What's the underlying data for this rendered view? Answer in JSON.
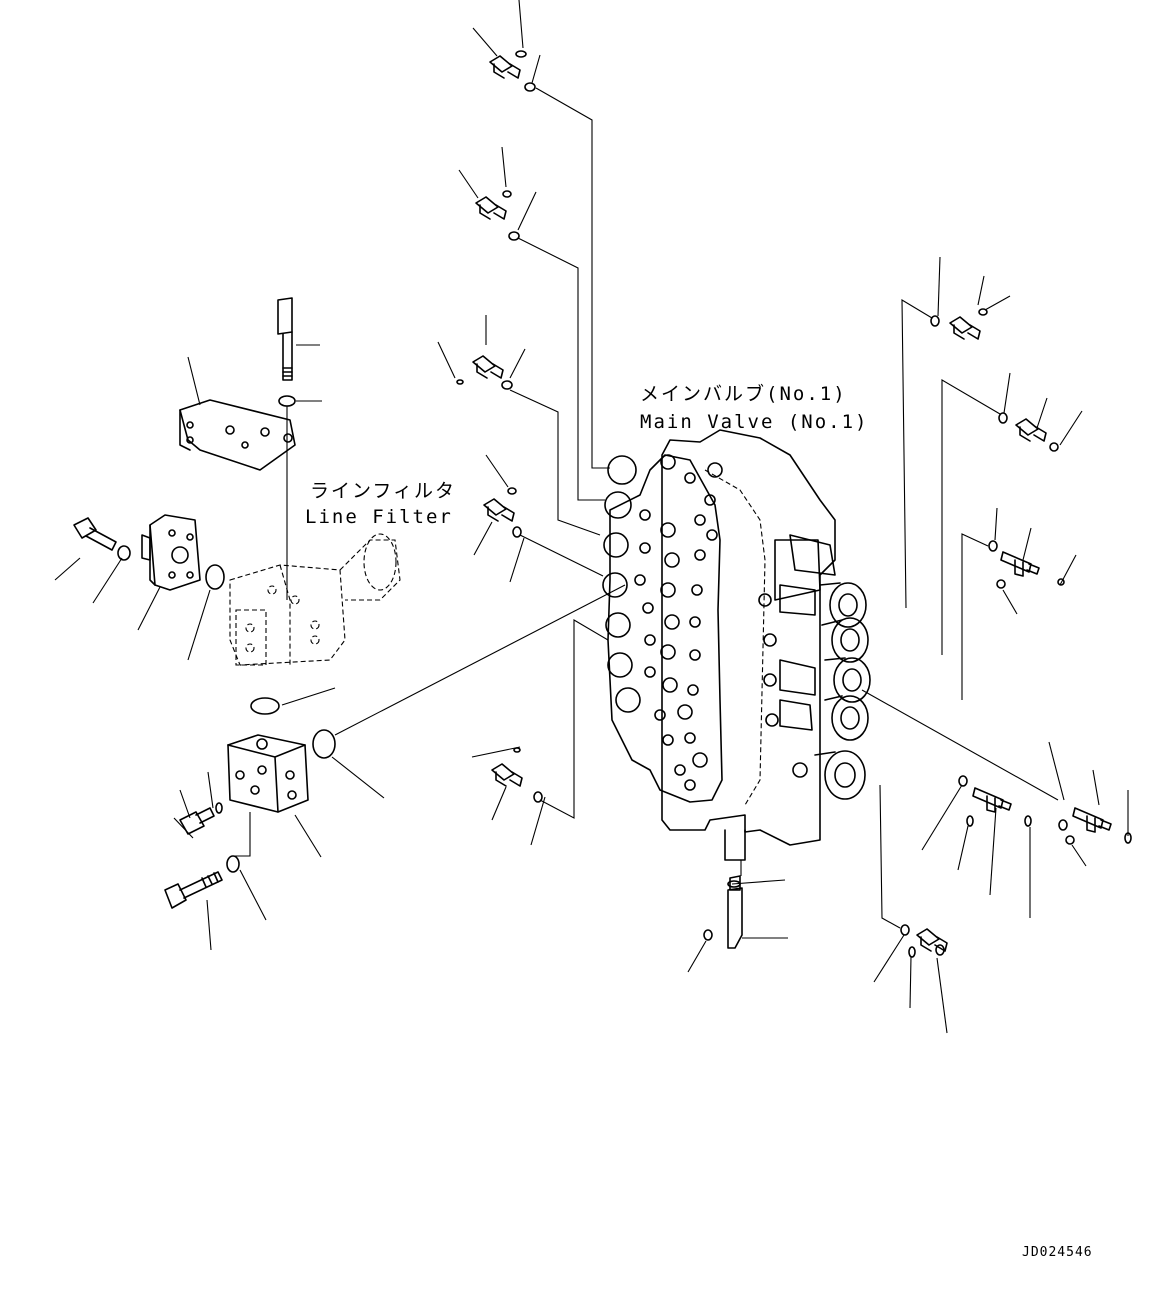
{
  "labels": {
    "main_valve_jp": "メインバルブ(No.1)",
    "main_valve_en": "Main Valve (No.1)",
    "line_filter_jp": "ラインフィルタ",
    "line_filter_en": "Line Filter"
  },
  "drawing_code": "JD024546"
}
